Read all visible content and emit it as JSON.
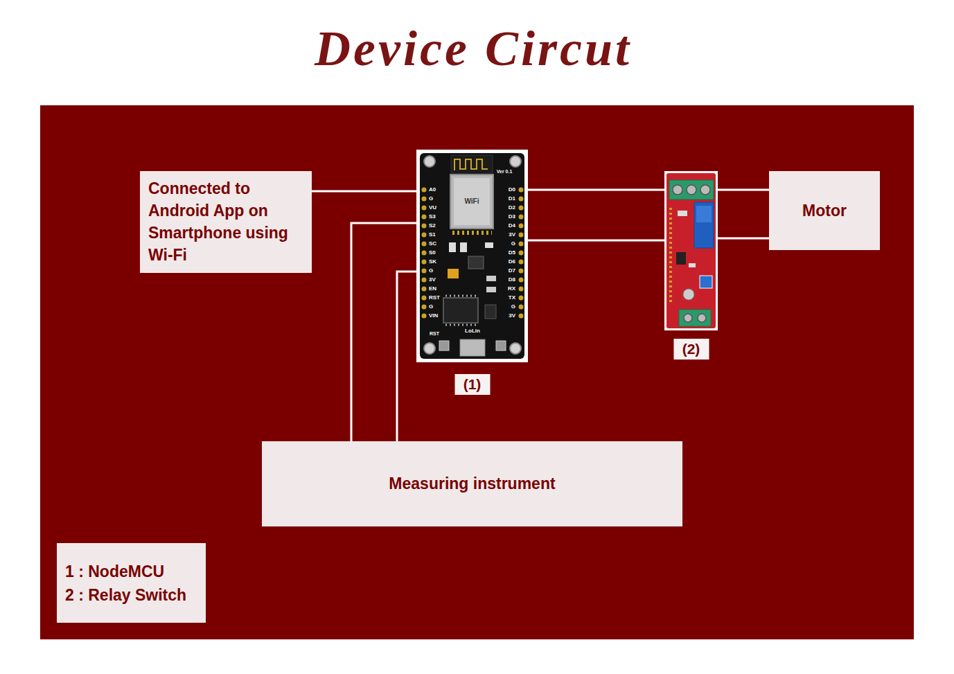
{
  "diagram": {
    "title": "Device Circut",
    "nodes": [
      {
        "text": [
          "Connected to Android App on Smartphone using Wi-Fi"
        ]
      },
      {
        "text": [
          "(1)"
        ]
      },
      {
        "text": [
          "(2)"
        ]
      },
      {
        "text": [
          "Motor"
        ]
      },
      {
        "text": [
          "Measuring instrument"
        ]
      },
      {
        "text": [
          "1 : NodeMCU",
          "2 : Relay Switch"
        ]
      }
    ],
    "edges": [
      {
        "from": 0,
        "to": 1,
        "arrow": "none"
      },
      {
        "from": 1,
        "to": 4,
        "arrow": "none"
      },
      {
        "from": 1,
        "to": 4,
        "arrow": "none"
      },
      {
        "from": 1,
        "to": 2,
        "arrow": "none"
      },
      {
        "from": 1,
        "to": 2,
        "arrow": "none"
      },
      {
        "from": 2,
        "to": 3,
        "arrow": "none"
      },
      {
        "from": 2,
        "to": 3,
        "arrow": "none"
      }
    ],
    "labels": [
      "Ver 0.1",
      "A0",
      "G",
      "VU",
      "S3",
      "S2",
      "S1",
      "SC",
      "S0",
      "SK",
      "G",
      "3V",
      "EN",
      "RST",
      "G",
      "VIN",
      "D0",
      "D1",
      "D2",
      "D3",
      "D4",
      "3V",
      "G",
      "D5",
      "D6",
      "D7",
      "D8",
      "RX",
      "TX",
      "G",
      "3V",
      "WiFi",
      "LoLin",
      "RST"
    ]
  }
}
